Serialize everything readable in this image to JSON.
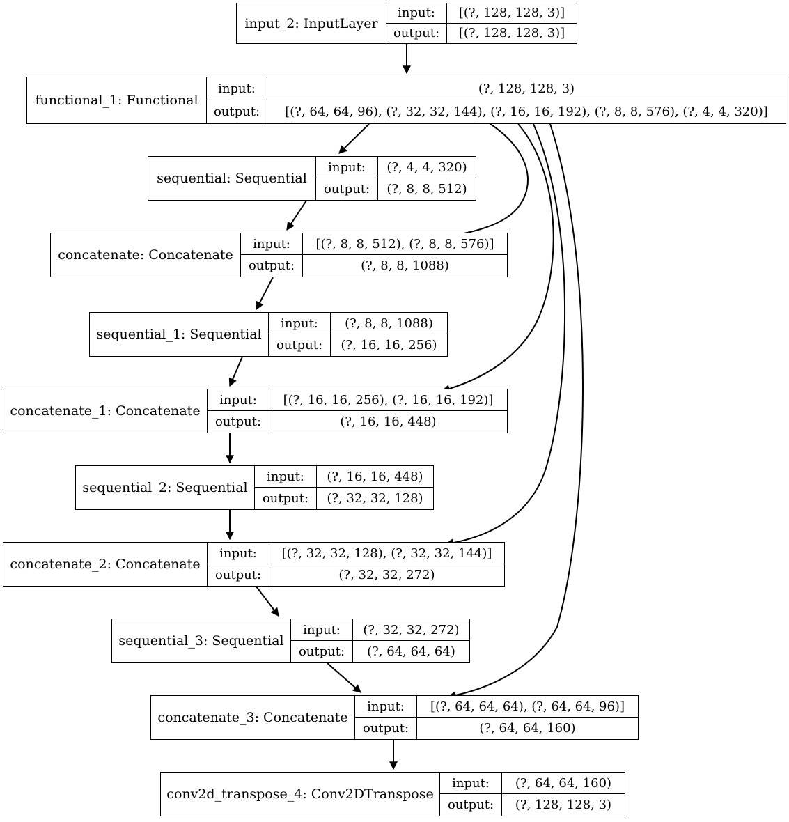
{
  "diagram": {
    "title": "Keras model graph",
    "type": "layer-graph",
    "background_color": "#ffffff",
    "edge_color": "#000000",
    "node_border_color": "#000000",
    "node_fill_color": "#ffffff",
    "row_labels": {
      "input": "input:",
      "output": "output:"
    }
  },
  "nodes": [
    {
      "id": "input_2",
      "name": "input_2: InputLayer",
      "input": "[(?, 128, 128, 3)]",
      "output": "[(?, 128, 128, 3)]"
    },
    {
      "id": "functional_1",
      "name": "functional_1: Functional",
      "input": "(?, 128, 128, 3)",
      "output": "[(?, 64, 64, 96), (?, 32, 32, 144), (?, 16, 16, 192), (?, 8, 8, 576), (?, 4, 4, 320)]"
    },
    {
      "id": "sequential",
      "name": "sequential: Sequential",
      "input": "(?, 4, 4, 320)",
      "output": "(?, 8, 8, 512)"
    },
    {
      "id": "concatenate",
      "name": "concatenate: Concatenate",
      "input": "[(?, 8, 8, 512), (?, 8, 8, 576)]",
      "output": "(?, 8, 8, 1088)"
    },
    {
      "id": "sequential_1",
      "name": "sequential_1: Sequential",
      "input": "(?, 8, 8, 1088)",
      "output": "(?, 16, 16, 256)"
    },
    {
      "id": "concatenate_1",
      "name": "concatenate_1: Concatenate",
      "input": "[(?, 16, 16, 256), (?, 16, 16, 192)]",
      "output": "(?, 16, 16, 448)"
    },
    {
      "id": "sequential_2",
      "name": "sequential_2: Sequential",
      "input": "(?, 16, 16, 448)",
      "output": "(?, 32, 32, 128)"
    },
    {
      "id": "concatenate_2",
      "name": "concatenate_2: Concatenate",
      "input": "[(?, 32, 32, 128), (?, 32, 32, 144)]",
      "output": "(?, 32, 32, 272)"
    },
    {
      "id": "sequential_3",
      "name": "sequential_3: Sequential",
      "input": "(?, 32, 32, 272)",
      "output": "(?, 64, 64, 64)"
    },
    {
      "id": "concatenate_3",
      "name": "concatenate_3: Concatenate",
      "input": "[(?, 64, 64, 64), (?, 64, 64, 96)]",
      "output": "(?, 64, 64, 160)"
    },
    {
      "id": "conv2d_transpose_4",
      "name": "conv2d_transpose_4: Conv2DTranspose",
      "input": "(?, 64, 64, 160)",
      "output": "(?, 128, 128, 3)"
    }
  ],
  "edges": [
    {
      "from": "input_2",
      "to": "functional_1",
      "kind": "straight"
    },
    {
      "from": "functional_1",
      "to": "sequential",
      "kind": "diagonal"
    },
    {
      "from": "functional_1",
      "to": "concatenate",
      "kind": "curve"
    },
    {
      "from": "sequential",
      "to": "concatenate",
      "kind": "diagonal"
    },
    {
      "from": "concatenate",
      "to": "sequential_1",
      "kind": "diagonal"
    },
    {
      "from": "functional_1",
      "to": "concatenate_1",
      "kind": "curve"
    },
    {
      "from": "sequential_1",
      "to": "concatenate_1",
      "kind": "diagonal"
    },
    {
      "from": "concatenate_1",
      "to": "sequential_2",
      "kind": "straight"
    },
    {
      "from": "functional_1",
      "to": "concatenate_2",
      "kind": "curve"
    },
    {
      "from": "sequential_2",
      "to": "concatenate_2",
      "kind": "straight"
    },
    {
      "from": "concatenate_2",
      "to": "sequential_3",
      "kind": "diagonal"
    },
    {
      "from": "functional_1",
      "to": "concatenate_3",
      "kind": "curve"
    },
    {
      "from": "sequential_3",
      "to": "concatenate_3",
      "kind": "diagonal"
    },
    {
      "from": "concatenate_3",
      "to": "conv2d_transpose_4",
      "kind": "straight"
    }
  ]
}
